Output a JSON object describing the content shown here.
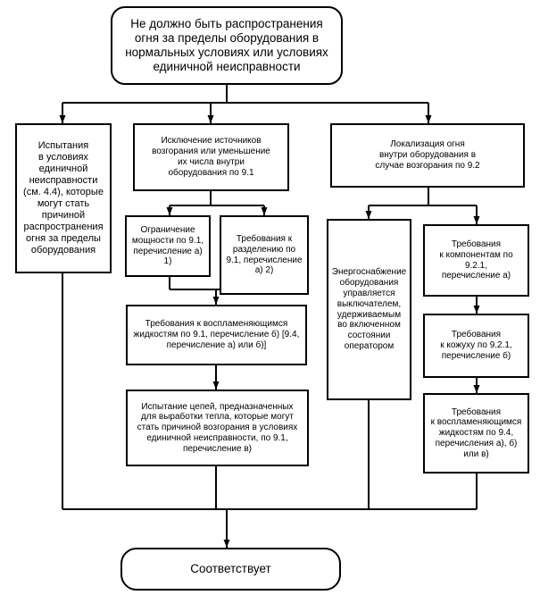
{
  "diagram": {
    "top": "Не должно быть распространения\nогня за пределы оборудования в\nнормальных условиях или условиях\nединичной неисправности",
    "left": "Испытания\nв условиях\nединичной\nнеисправности\n(см. 4.4), которые\nмогут стать\nпричиной\nраспространения\nогня за пределы\nоборудования",
    "middle": "Исключение источников\nвозгорания или уменьшение\nих числа внутри\nоборудования по 9.1",
    "middle_left": "Ограничение\nмощности по 9.1,\nперечисление а) 1)",
    "middle_right": "Требования к\nразделению по\n9.1, перечисление\nа) 2)",
    "liquids": "Требования к воспламеняющимся\nжидкостям по 9.1, перечисление б) [9.4,\nперечисление а) или б)]",
    "circuits": "Испытание цепей, предназначенных\nдля выработки тепла, которые могут\nстать причиной возгорания в условиях\nединичной неисправности, по 9.1,\nперечисление в)",
    "right": "Локализация огня\nвнутри оборудования в\nслучае возгорания по 9.2",
    "power": "Энергоснабжение\nоборудования\nуправляется\nвыключателем,\nудерживаемым\nво включенном\nсостоянии\nоператором",
    "components": "Требования\nк компонентам по\n9.2.1,\nперечисление а)",
    "enclosure": "Требования\nк кожуху по 9.2.1,\nперечисление б)",
    "right_liquids": "Требования\nк воспламеняющимся\nжидкостям по 9.4,\nперечисления а), б)\nили в)",
    "result": "Соответствует"
  }
}
